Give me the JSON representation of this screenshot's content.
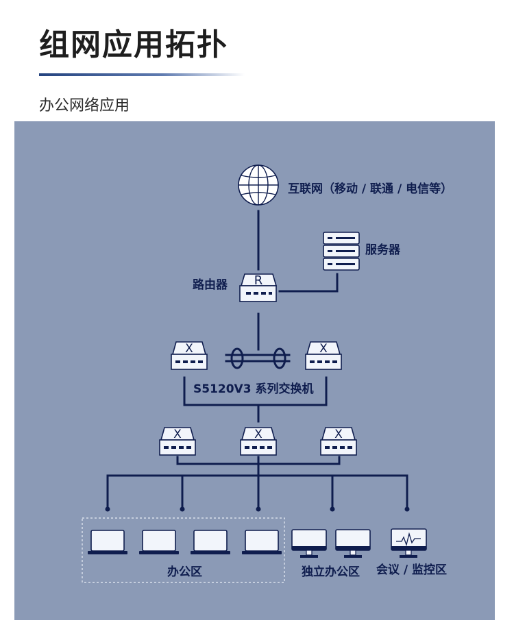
{
  "header": {
    "title": "组网应用拓扑",
    "subtitle": "办公网络应用"
  },
  "diagram": {
    "internet_label": "互联网（移动 / 联通 / 电信等）",
    "server_label": "服务器",
    "router_label": "路由器",
    "router_glyph": "R",
    "core_switch_label": "S5120V3 系列交换机",
    "switch_glyph": "X",
    "office_zone_label": "办公区",
    "independent_office_label": "独立办公区",
    "meeting_monitor_label": "会议 / 监控区",
    "icons": {
      "internet": "globe-icon",
      "server": "server-icon",
      "router": "router-icon",
      "switch": "switch-icon",
      "laptop": "laptop-icon",
      "monitor": "monitor-icon",
      "surveillance": "surveillance-monitor-icon"
    },
    "colors": {
      "panel_bg": "#8b9ab6",
      "line": "#0f1d4e",
      "device_fill": "#f2f5fb"
    }
  }
}
